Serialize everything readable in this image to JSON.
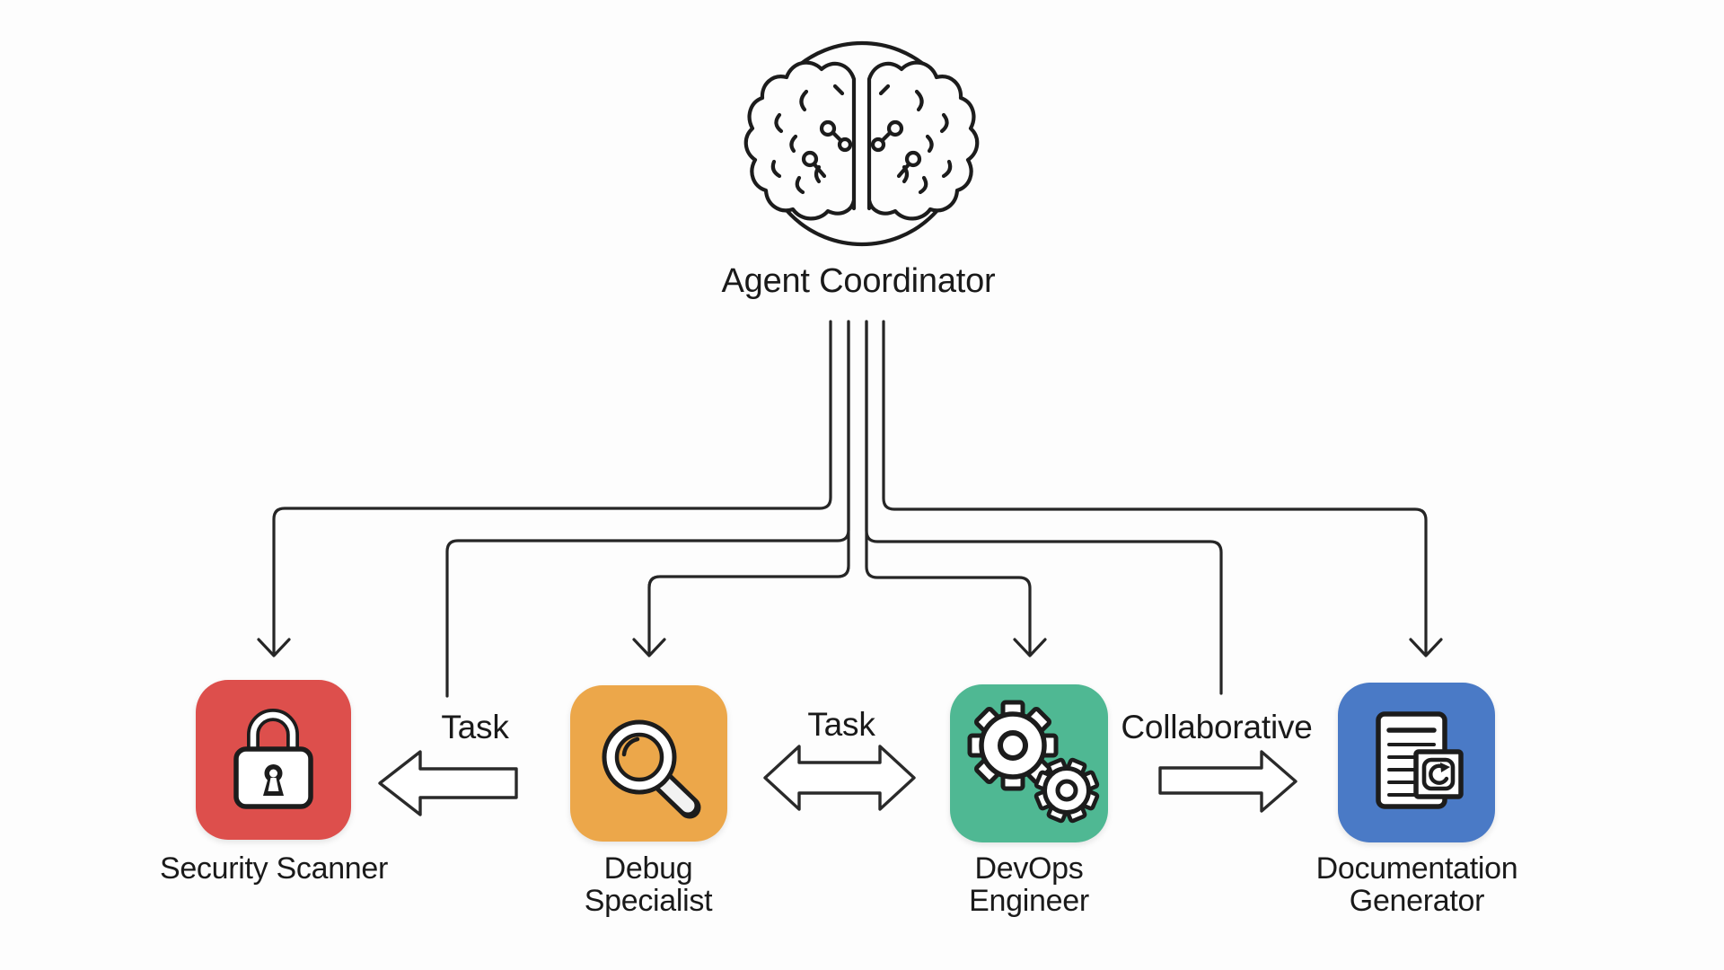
{
  "page": {
    "background": "#fdfdfd",
    "text_color": "#1a1a1a",
    "connector_color": "#262626"
  },
  "coordinator": {
    "label": "Agent Coordinator",
    "icon": "brain-icon"
  },
  "agents": [
    {
      "name": "Security Scanner",
      "line1": "Security Scanner",
      "line2": "",
      "color": "#dd4f4c",
      "icon": "lock-icon"
    },
    {
      "name": "Debug Specialist",
      "line1": "Debug",
      "line2": "Specialist",
      "color": "#eca74a",
      "icon": "magnifier-icon"
    },
    {
      "name": "DevOps Engineer",
      "line1": "DevOps",
      "line2": "Engineer",
      "color": "#4fb893",
      "icon": "gears-icon"
    },
    {
      "name": "Documentation Generator",
      "line1": "Documentation",
      "line2": "Generator",
      "color": "#4a7ac6",
      "icon": "document-icon"
    }
  ],
  "edges": [
    {
      "label": "Task",
      "type": "arrow-left",
      "between": "Debug Specialist ↔ Security Scanner"
    },
    {
      "label": "Task",
      "type": "arrow-double",
      "between": "Debug Specialist ↔ DevOps Engineer"
    },
    {
      "label": "Collaborative",
      "type": "arrow-right",
      "between": "DevOps Engineer ↔ Documentation Generator"
    }
  ]
}
